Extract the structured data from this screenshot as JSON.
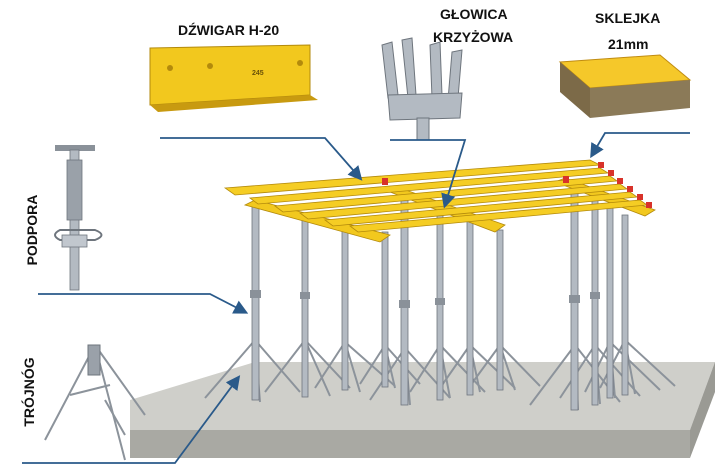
{
  "labels": {
    "beam": "DŹWIGAR H-20",
    "head_line1": "GŁOWICA",
    "head_line2": "KRZYŻOWA",
    "plywood_line1": "SKLEJKA",
    "plywood_line2": "21mm",
    "prop": "PODPORA",
    "tripod": "TRÓJNÓG"
  },
  "beam_marking": "245",
  "colors": {
    "beam_yellow": "#f2c81e",
    "beam_dark": "#c89a10",
    "steel": "#a9b0b8",
    "steel_dark": "#6e757d",
    "slab": "#c9c9c4",
    "slab_side": "#a7a7a1",
    "leader": "#2a5a8a",
    "red_clip": "#d8322a"
  }
}
